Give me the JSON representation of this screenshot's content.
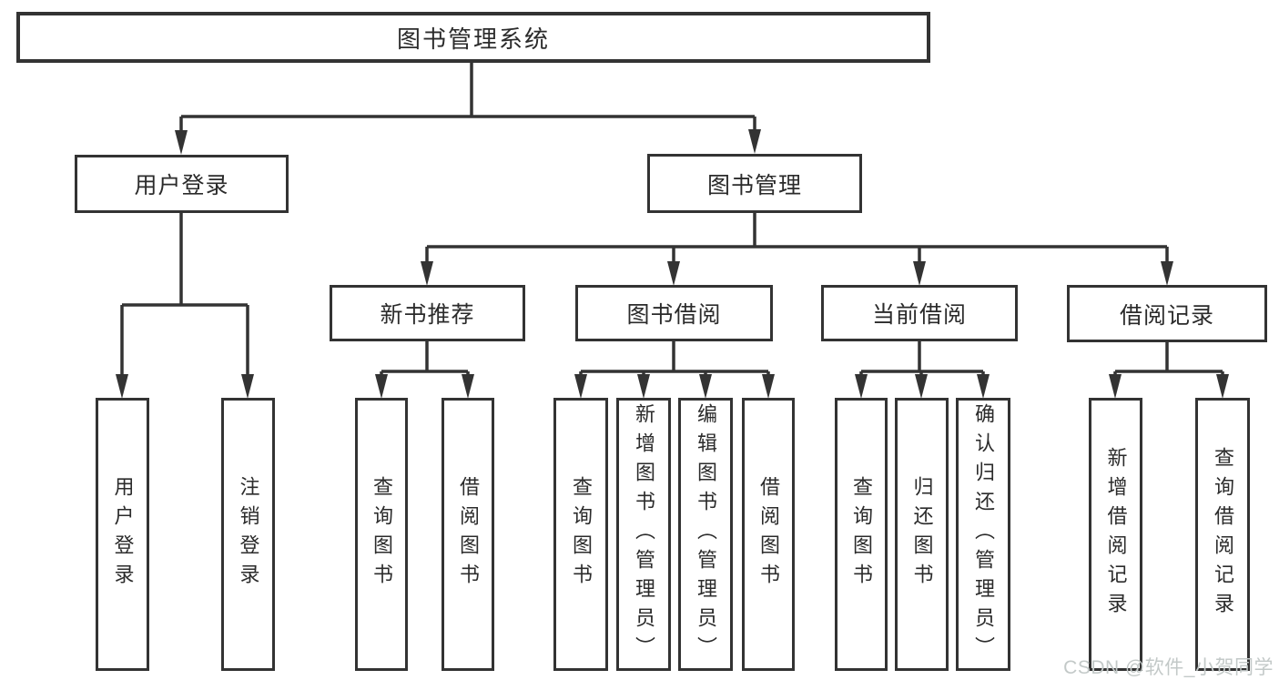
{
  "tree": {
    "label": "图书管理系统",
    "children": [
      {
        "label": "用户登录",
        "children": [
          {
            "label": "用户登录"
          },
          {
            "label": "注销登录"
          }
        ]
      },
      {
        "label": "图书管理",
        "children": [
          {
            "label": "新书推荐",
            "children": [
              {
                "label": "查询图书"
              },
              {
                "label": "借阅图书"
              }
            ]
          },
          {
            "label": "图书借阅",
            "children": [
              {
                "label": "查询图书"
              },
              {
                "label": "新增图书（管理员）"
              },
              {
                "label": "编辑图书（管理员）"
              },
              {
                "label": "借阅图书"
              }
            ]
          },
          {
            "label": "当前借阅",
            "children": [
              {
                "label": "查询图书"
              },
              {
                "label": "归还图书"
              },
              {
                "label": "确认归还（管理员）"
              }
            ]
          },
          {
            "label": "借阅记录",
            "children": [
              {
                "label": "新增借阅记录"
              },
              {
                "label": "查询借阅记录"
              }
            ]
          }
        ]
      }
    ]
  },
  "watermark": {
    "text": "CSDN @软件_小贺同学"
  },
  "colors": {
    "line": "#333333",
    "text": "#2b2b2b",
    "watermark": "#c3c9c8",
    "background": "#ffffff"
  }
}
